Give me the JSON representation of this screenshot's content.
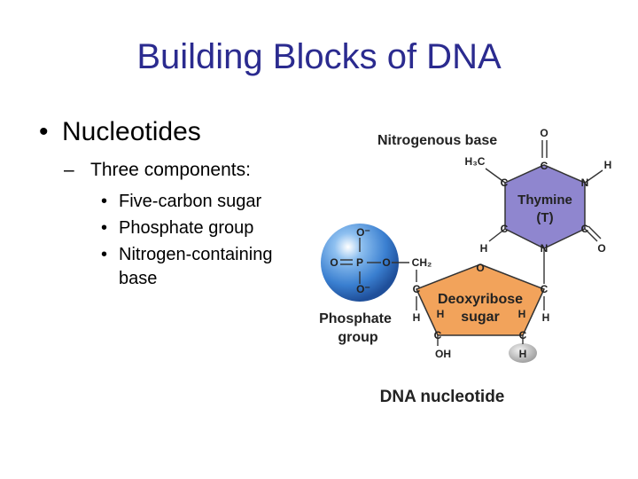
{
  "slide": {
    "title": "Building Blocks of DNA",
    "bullet_main": "Nucleotides",
    "bullet_sub": "Three components:",
    "items": [
      "Five-carbon sugar",
      "Phosphate group",
      "Nitrogen-containing",
      "base"
    ]
  },
  "diagram": {
    "nitrogenous_base_label": "Nitrogenous base",
    "thymine_name": "Thymine",
    "thymine_code": "(T)",
    "sugar_name_1": "Deoxyribose",
    "sugar_name_2": "sugar",
    "phosphate_label_1": "Phosphate",
    "phosphate_label_2": "group",
    "caption": "DNA nucleotide",
    "atoms": {
      "o_top_base": "O",
      "c_top": "C",
      "h_right": "H",
      "h3c": "H₃C",
      "c_left_upper": "C",
      "n_right": "N",
      "c_left_lower": "C",
      "c_right_lower": "C",
      "o_right": "O",
      "h_left": "H",
      "n_bottom": "N",
      "o_minus_top": "O⁻",
      "o_left": "O",
      "p": "P",
      "o_bridge": "O",
      "ch2": "CH₂",
      "o_minus_bottom": "O⁻",
      "o_ring": "O",
      "c_sugar_left": "C",
      "c_sugar_right": "C",
      "h_sugar_left": "H",
      "h_sugar_right": "H",
      "h_inner_left": "H",
      "h_inner_right": "H",
      "c_sugar_bl": "C",
      "c_sugar_br": "C",
      "oh": "OH",
      "h_bottom": "H"
    }
  },
  "colors": {
    "title": "#2b2b8f",
    "thymine": "#8f86cf",
    "sugar": "#f2a35b",
    "phosphate": "#3a7fd0",
    "h_highlight": "#bfbfbf"
  }
}
